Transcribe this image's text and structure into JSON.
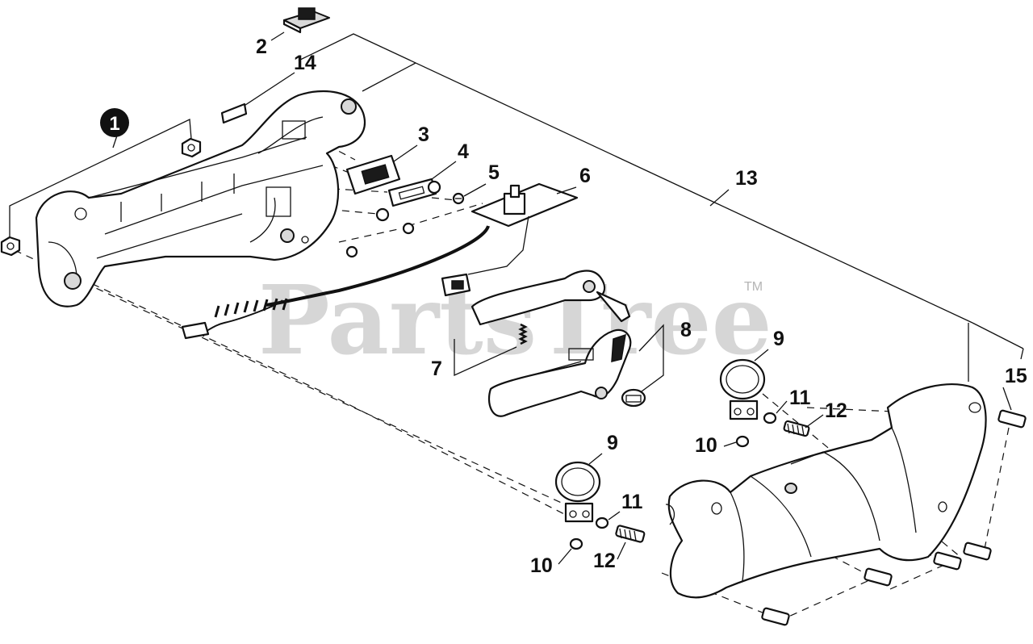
{
  "watermark": {
    "text": "PartsTree",
    "trademark": "TM"
  },
  "badge": {
    "number": "1"
  },
  "callouts": {
    "c2": "2",
    "c3": "3",
    "c4": "4",
    "c5": "5",
    "c6": "6",
    "c7": "7",
    "c8": "8",
    "c9a": "9",
    "c9b": "9",
    "c10a": "10",
    "c10b": "10",
    "c11a": "11",
    "c11b": "11",
    "c12a": "12",
    "c12b": "12",
    "c13": "13",
    "c14": "14",
    "c15": "15"
  }
}
